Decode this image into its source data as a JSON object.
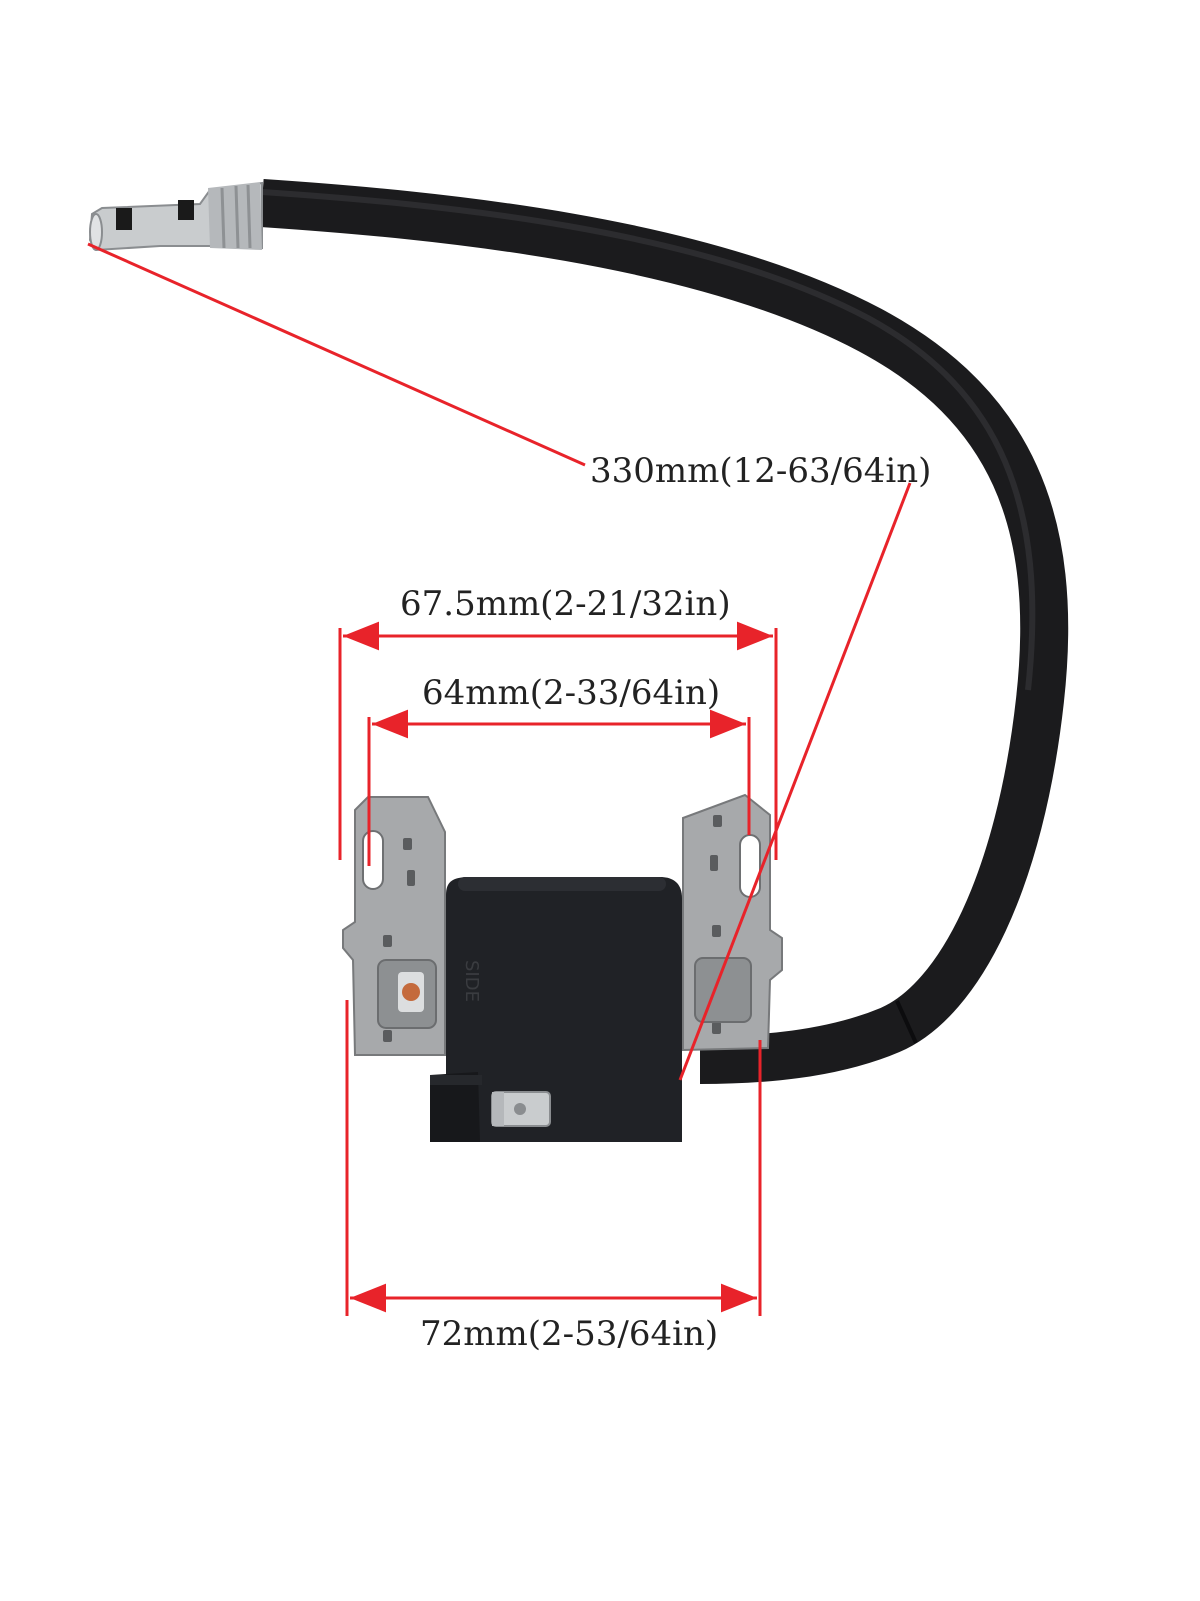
{
  "colors": {
    "background": "#ffffff",
    "dimension_line": "#e8232a",
    "cable": "#1b1b1d",
    "coil_body": "#202226",
    "bracket": "#a7a9ab",
    "terminal": "#c9ccce",
    "copper": "#c46a3c"
  },
  "dimensions": {
    "cable_length": "330mm(12-63/64in)",
    "bracket_outer_width": "67.5mm(2-21/32in)",
    "slot_spacing": "64mm(2-33/64in)",
    "overall_width": "72mm(2-53/64in)"
  },
  "coil_marking": "SIDE"
}
